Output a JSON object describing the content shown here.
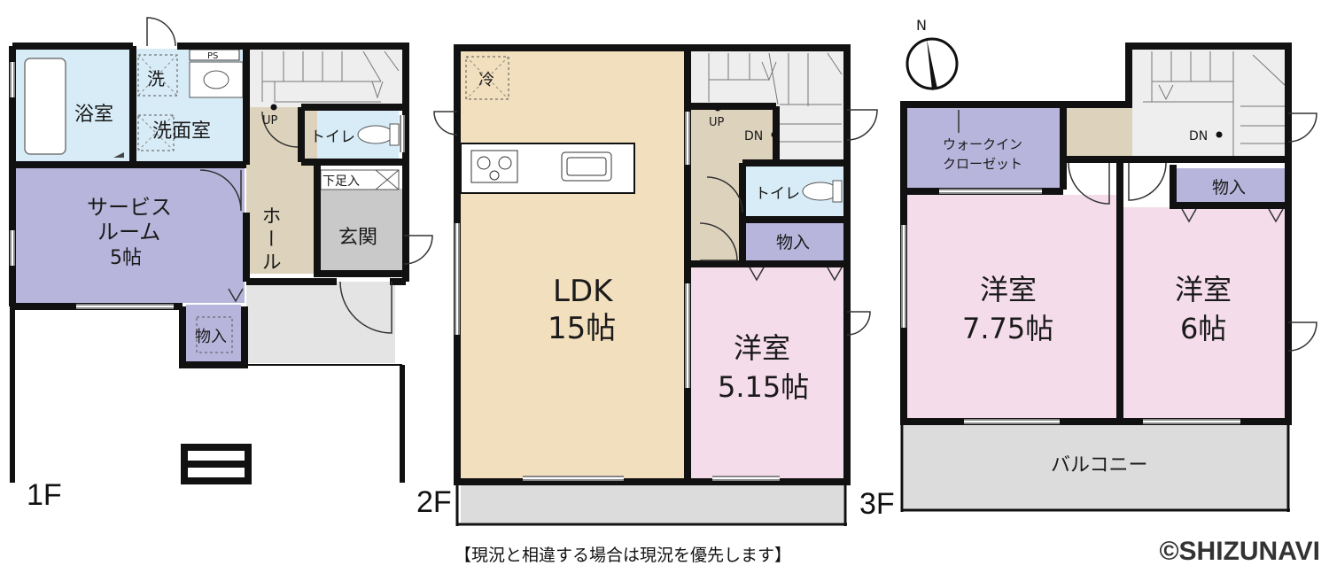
{
  "floors": {
    "f1": {
      "label": "1F",
      "rooms": {
        "bath": "浴室",
        "washer": "洗",
        "washroom": "洗面室",
        "ps": "PS",
        "toilet": "トイレ",
        "shoe_storage": "下足入",
        "hall": "ホール",
        "entrance": "玄関",
        "service_room": "サービス",
        "service_room2": "ルーム",
        "service_room_size": "5帖",
        "storage": "物入",
        "up": "UP"
      }
    },
    "f2": {
      "label": "2F",
      "rooms": {
        "fridge": "冷",
        "ldk": "LDK",
        "ldk_size": "15帖",
        "toilet": "トイレ",
        "storage": "物入",
        "western": "洋室",
        "western_size": "5.15帖",
        "up": "UP",
        "dn": "DN"
      }
    },
    "f3": {
      "label": "3F",
      "rooms": {
        "walkin": "ウォークイン",
        "walkin2": "クローゼット",
        "western_a": "洋室",
        "western_a_size": "7.75帖",
        "western_b": "洋室",
        "western_b_size": "6帖",
        "storage": "物入",
        "balcony": "バルコニー",
        "dn": "DN"
      }
    }
  },
  "compass": "N",
  "note": "【現況と相違する場合は現況を優先します】",
  "copyright": "©SHIZUNAVI",
  "colors": {
    "wall": "#111111",
    "wet": "#d7ecf7",
    "service": "#b8b5dc",
    "hall": "#ddd3bd",
    "entrance": "#c9c9c9",
    "ldk": "#f2dfbd",
    "western": "#f4dcea",
    "storage": "#b8b5dc",
    "balcony": "#dcdcdc",
    "stair": "#eeeeee"
  }
}
